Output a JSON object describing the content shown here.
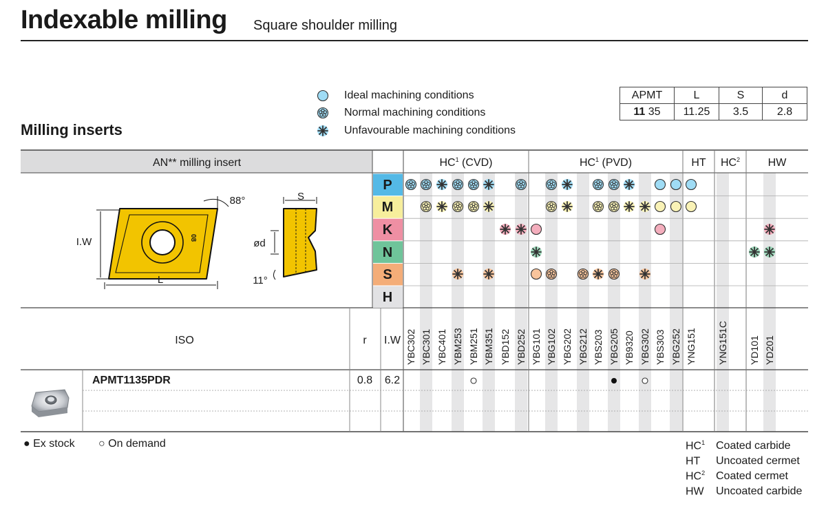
{
  "header": {
    "title": "Indexable milling",
    "subtitle": "Square shoulder milling",
    "section_title": "Milling inserts"
  },
  "legend": [
    {
      "symbol": "ideal",
      "label": "Ideal machining conditions"
    },
    {
      "symbol": "normal",
      "label": "Normal machining conditions"
    },
    {
      "symbol": "unfavourable",
      "label": "Unfavourable machining conditions"
    }
  ],
  "dims_table": {
    "headers": [
      "APMT",
      "L",
      "S",
      "d"
    ],
    "row": {
      "size": "11",
      "code": "35",
      "L": "11.25",
      "S": "3.5",
      "d": "2.8"
    }
  },
  "insert_header": "AN** milling insert",
  "drawing_labels": {
    "angle": "88°",
    "width": "I.W",
    "length": "L",
    "thickness": "S",
    "hole": "ød",
    "clearance": "11°",
    "marking": "08"
  },
  "groups": [
    {
      "label": "HC",
      "sup": "1",
      "suffix": " (CVD)"
    },
    {
      "label": "HC",
      "sup": "1",
      "suffix": " (PVD)"
    },
    {
      "label": "HT",
      "sup": "",
      "suffix": ""
    },
    {
      "label": "HC",
      "sup": "2",
      "suffix": ""
    },
    {
      "label": "HW",
      "sup": "",
      "suffix": ""
    }
  ],
  "materials": [
    {
      "letter": "P",
      "color": "#54b9e6"
    },
    {
      "letter": "M",
      "color": "#f7ee9c"
    },
    {
      "letter": "K",
      "color": "#ef8fa3"
    },
    {
      "letter": "N",
      "color": "#6fc49a"
    },
    {
      "letter": "S",
      "color": "#f4ad78"
    },
    {
      "letter": "H",
      "color": "#e2e2e4"
    }
  ],
  "grades": [
    "YBC302",
    "YBC301",
    "YBC401",
    "YBM253",
    "YBM251",
    "YBM351",
    "YBD152",
    "YBD252",
    "YBG101",
    "YBG102",
    "YBG202",
    "YBG212",
    "YBS203",
    "YBG205",
    "YB9320",
    "YBG302",
    "YBS303",
    "YBG252",
    "YNG151",
    "YNG151C",
    "YD101",
    "YD201"
  ],
  "suitability": {
    "P": [
      "n",
      "n",
      "u",
      "n",
      "n",
      "u",
      "",
      "n",
      "",
      "n",
      "u",
      "",
      "n",
      "n",
      "u",
      "",
      "i",
      "i",
      "i",
      "",
      "",
      ""
    ],
    "M": [
      "",
      "n",
      "u",
      "n",
      "n",
      "u",
      "",
      "",
      "",
      "n",
      "u",
      "",
      "n",
      "n",
      "u",
      "u",
      "i",
      "i",
      "i",
      "",
      "",
      ""
    ],
    "K": [
      "",
      "",
      "",
      "",
      "",
      "",
      "u",
      "u",
      "i",
      "",
      "",
      "",
      "",
      "",
      "",
      "",
      "i",
      "",
      "",
      "",
      "",
      "u"
    ],
    "N": [
      "",
      "",
      "",
      "",
      "",
      "",
      "",
      "",
      "u",
      "",
      "",
      "",
      "",
      "",
      "",
      "",
      "",
      "",
      "",
      "",
      "u",
      "u"
    ],
    "S": [
      "",
      "",
      "",
      "u",
      "",
      "u",
      "",
      "",
      "i",
      "n",
      "",
      "n",
      "u",
      "n",
      "",
      "u",
      "",
      "",
      "",
      "",
      "",
      ""
    ],
    "H": [
      "",
      "",
      "",
      "",
      "",
      "",
      "",
      "",
      "",
      "",
      "",
      "",
      "",
      "",
      "",
      "",
      "",
      "",
      "",
      "",
      "",
      ""
    ]
  },
  "iso_header": {
    "iso": "ISO",
    "r": "r",
    "iw": "I.W"
  },
  "products": [
    {
      "iso": "APMT1135PDR",
      "r": "0.8",
      "iw": "6.2",
      "stock": [
        "",
        "",
        "",
        "",
        "o",
        "",
        "",
        "",
        "",
        "",
        "",
        "",
        "",
        "e",
        "",
        "o",
        "",
        "",
        "",
        "",
        "",
        ""
      ]
    }
  ],
  "stock_legend": [
    {
      "symbol": "●",
      "label": "Ex stock"
    },
    {
      "symbol": "○",
      "label": "On demand"
    }
  ],
  "grade_legend": [
    {
      "code": "HC",
      "sup": "1",
      "label": "Coated carbide"
    },
    {
      "code": "HT",
      "sup": "",
      "label": "Uncoated cermet"
    },
    {
      "code": "HC",
      "sup": "2",
      "label": "Coated cermet"
    },
    {
      "code": "HW",
      "sup": "",
      "label": "Uncoated carbide"
    }
  ]
}
